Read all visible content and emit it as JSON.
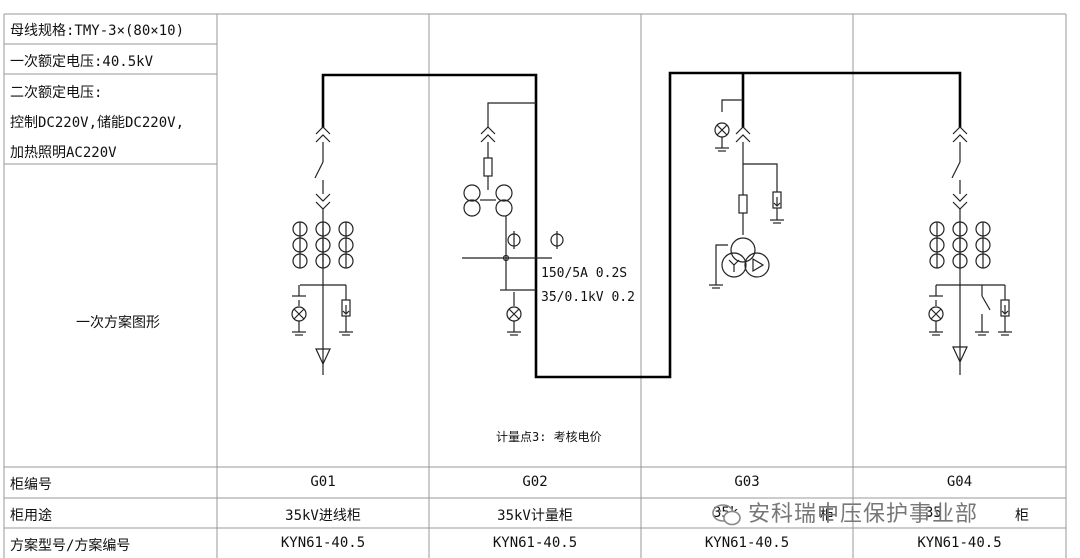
{
  "info": {
    "busbar_spec": "母线规格:TMY-3×(80×10)",
    "primary_voltage": "一次额定电压:40.5kV",
    "secondary_voltage_title": "二次额定电压:",
    "secondary_voltage_line1": "控制DC220V,储能DC220V,",
    "secondary_voltage_line2": "加热照明AC220V",
    "diagram_label": "一次方案图形"
  },
  "annotations": {
    "ct_ratio": "150/5A 0.2S",
    "pt_ratio": "35/0.1kV 0.2",
    "metering_note": "计量点3: 考核电价"
  },
  "table": {
    "row_labels": [
      "柜编号",
      "柜用途",
      "方案型号/方案编号"
    ],
    "columns": [
      {
        "id": "G01",
        "purpose": "35kV进线柜",
        "model": "KYN61-40.5"
      },
      {
        "id": "G02",
        "purpose": "35kV计量柜",
        "model": "KYN61-40.5"
      },
      {
        "id": "G03",
        "purpose": "35k",
        "purpose_tail": "柜",
        "model": "KYN61-40.5"
      },
      {
        "id": "G04",
        "purpose": "35",
        "purpose_tail": "柜",
        "model": "KYN61-40.5"
      }
    ]
  },
  "watermark": {
    "text": "安科瑞中压保护事业部",
    "icon": "wechat-icon"
  }
}
